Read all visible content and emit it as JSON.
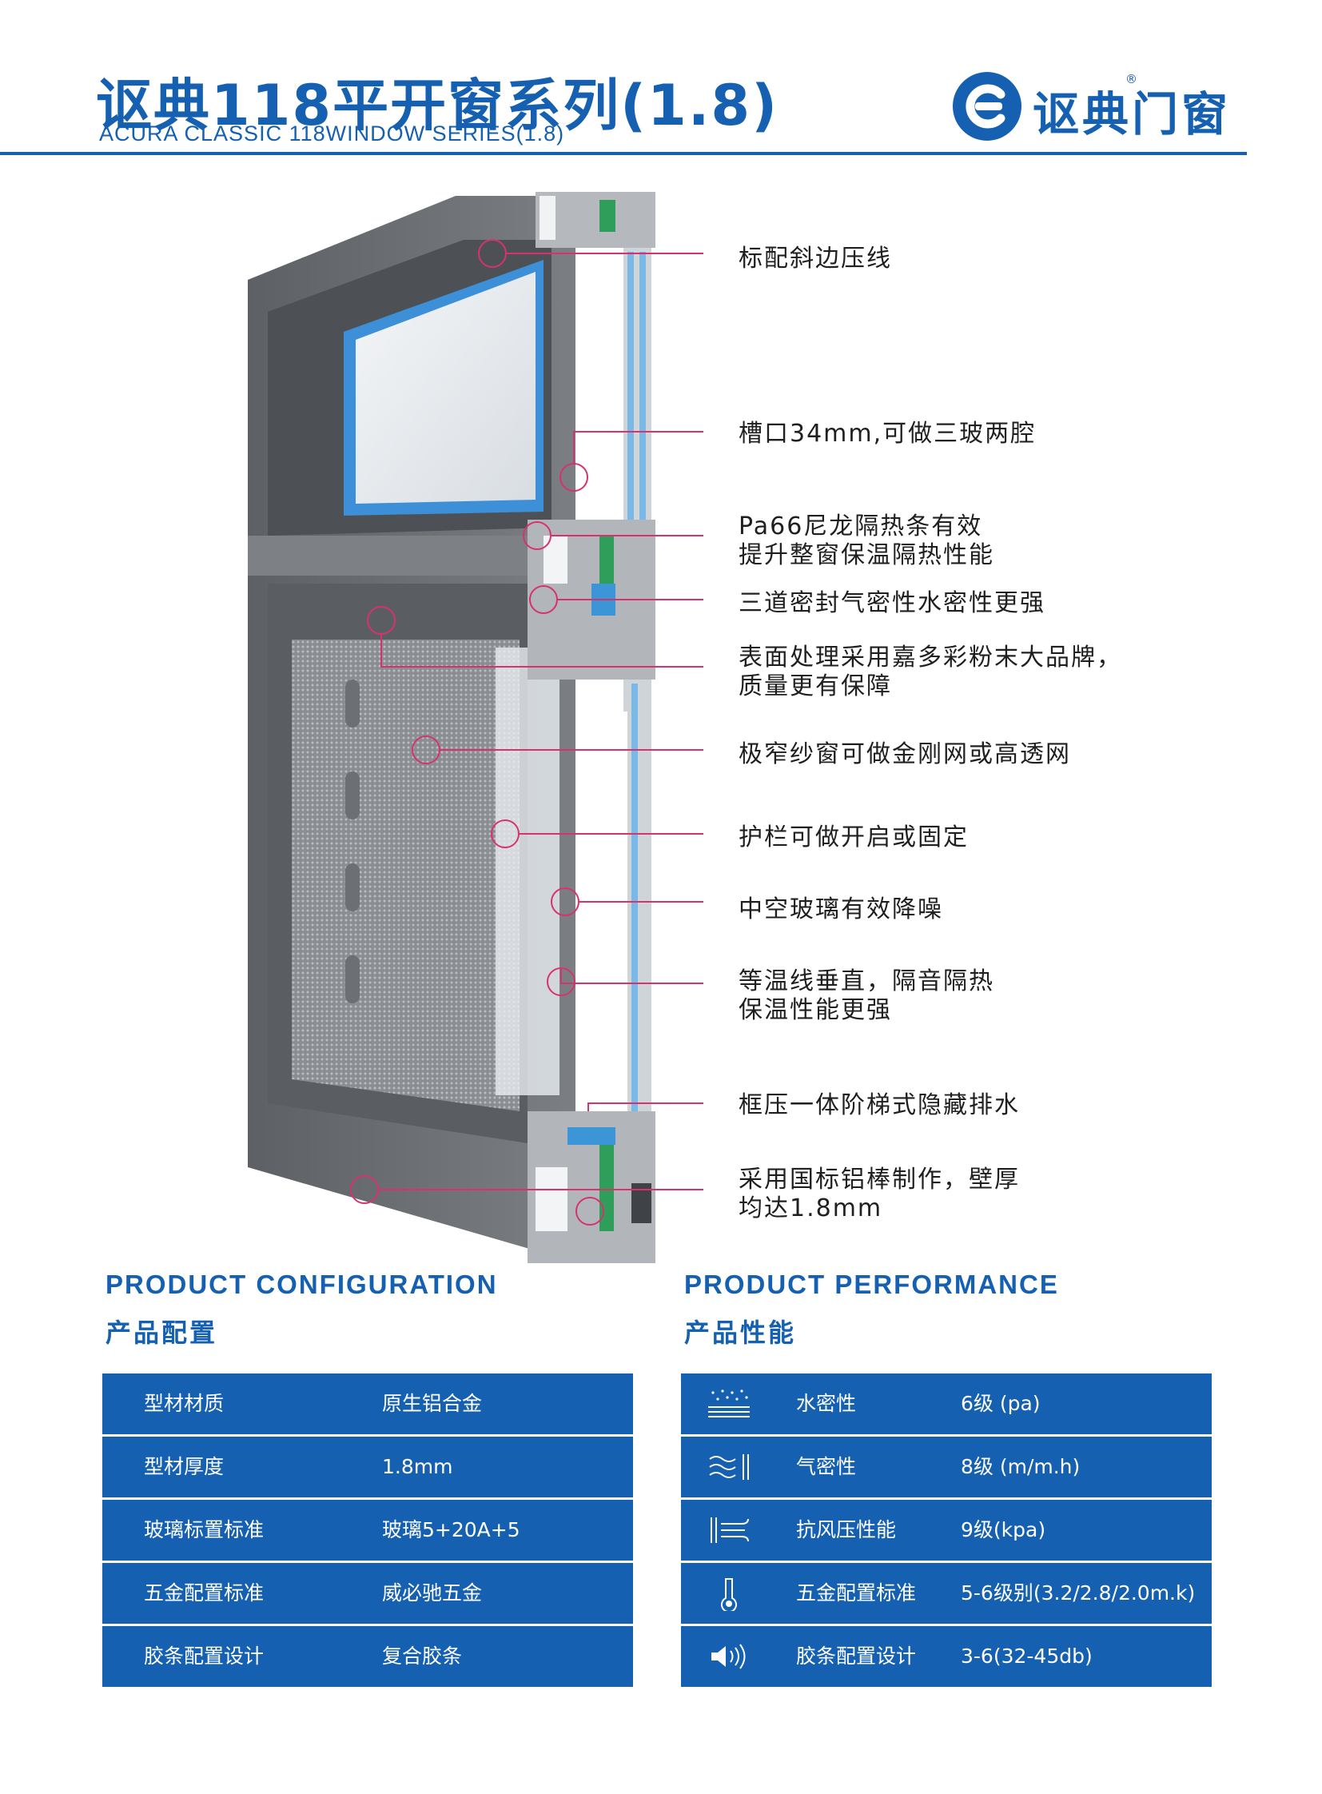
{
  "header": {
    "title_cn": "讴典118平开窗系列(1.8)",
    "title_en": "ACURA CLASSIC 118WINDOW SERIES(1.8)",
    "brand_name": "讴典门窗",
    "brand_reg": "®"
  },
  "features": [
    {
      "lines": [
        "标配斜边压线"
      ]
    },
    {
      "lines": [
        "槽口34mm,可做三玻两腔"
      ]
    },
    {
      "lines": [
        "Pa66尼龙隔热条有效",
        "提升整窗保温隔热性能"
      ]
    },
    {
      "lines": [
        "三道密封气密性水密性更强"
      ]
    },
    {
      "lines": [
        "表面处理采用嘉多彩粉末大品牌，",
        "质量更有保障"
      ]
    },
    {
      "lines": [
        "极窄纱窗可做金刚网或高透网"
      ]
    },
    {
      "lines": [
        "护栏可做开启或固定"
      ]
    },
    {
      "lines": [
        "中空玻璃有效降噪"
      ]
    },
    {
      "lines": [
        "等温线垂直，隔音隔热",
        "保温性能更强"
      ]
    },
    {
      "lines": [
        "框压一体阶梯式隐藏排水"
      ]
    },
    {
      "lines": [
        "采用国标铝棒制作，壁厚",
        "均达1.8mm"
      ]
    }
  ],
  "configuration": {
    "title_en": "PRODUCT CONFIGURATION",
    "title_cn": "产品配置",
    "rows": [
      {
        "label": "型材材质",
        "value": "原生铝合金"
      },
      {
        "label": "型材厚度",
        "value": "1.8mm"
      },
      {
        "label": "玻璃标置标准",
        "value": "玻璃5+20A+5"
      },
      {
        "label": "五金配置标准",
        "value": "威必驰五金"
      },
      {
        "label": "胶条配置设计",
        "value": "复合胶条"
      }
    ]
  },
  "performance": {
    "title_en": "PRODUCT PERFORMANCE",
    "title_cn": "产品性能",
    "rows": [
      {
        "icon": "water-drops-icon",
        "label": "水密性",
        "value": "6级 (pa)"
      },
      {
        "icon": "air-wind-icon",
        "label": "气密性",
        "value": "8级 (m/m.h)"
      },
      {
        "icon": "wind-pressure-icon",
        "label": "抗风压性能",
        "value": "9级(kpa)"
      },
      {
        "icon": "thermometer-icon",
        "label": "五金配置标准",
        "value": "5-6级别(3.2/2.8/2.0m.k)"
      },
      {
        "icon": "speaker-sound-icon",
        "label": "胶条配置设计",
        "value": "3-6(32-45db)"
      }
    ]
  },
  "colors": {
    "brand_blue": "#1560b0",
    "callout_pink": "#d6336c",
    "frame_gray": "#6e7276"
  }
}
